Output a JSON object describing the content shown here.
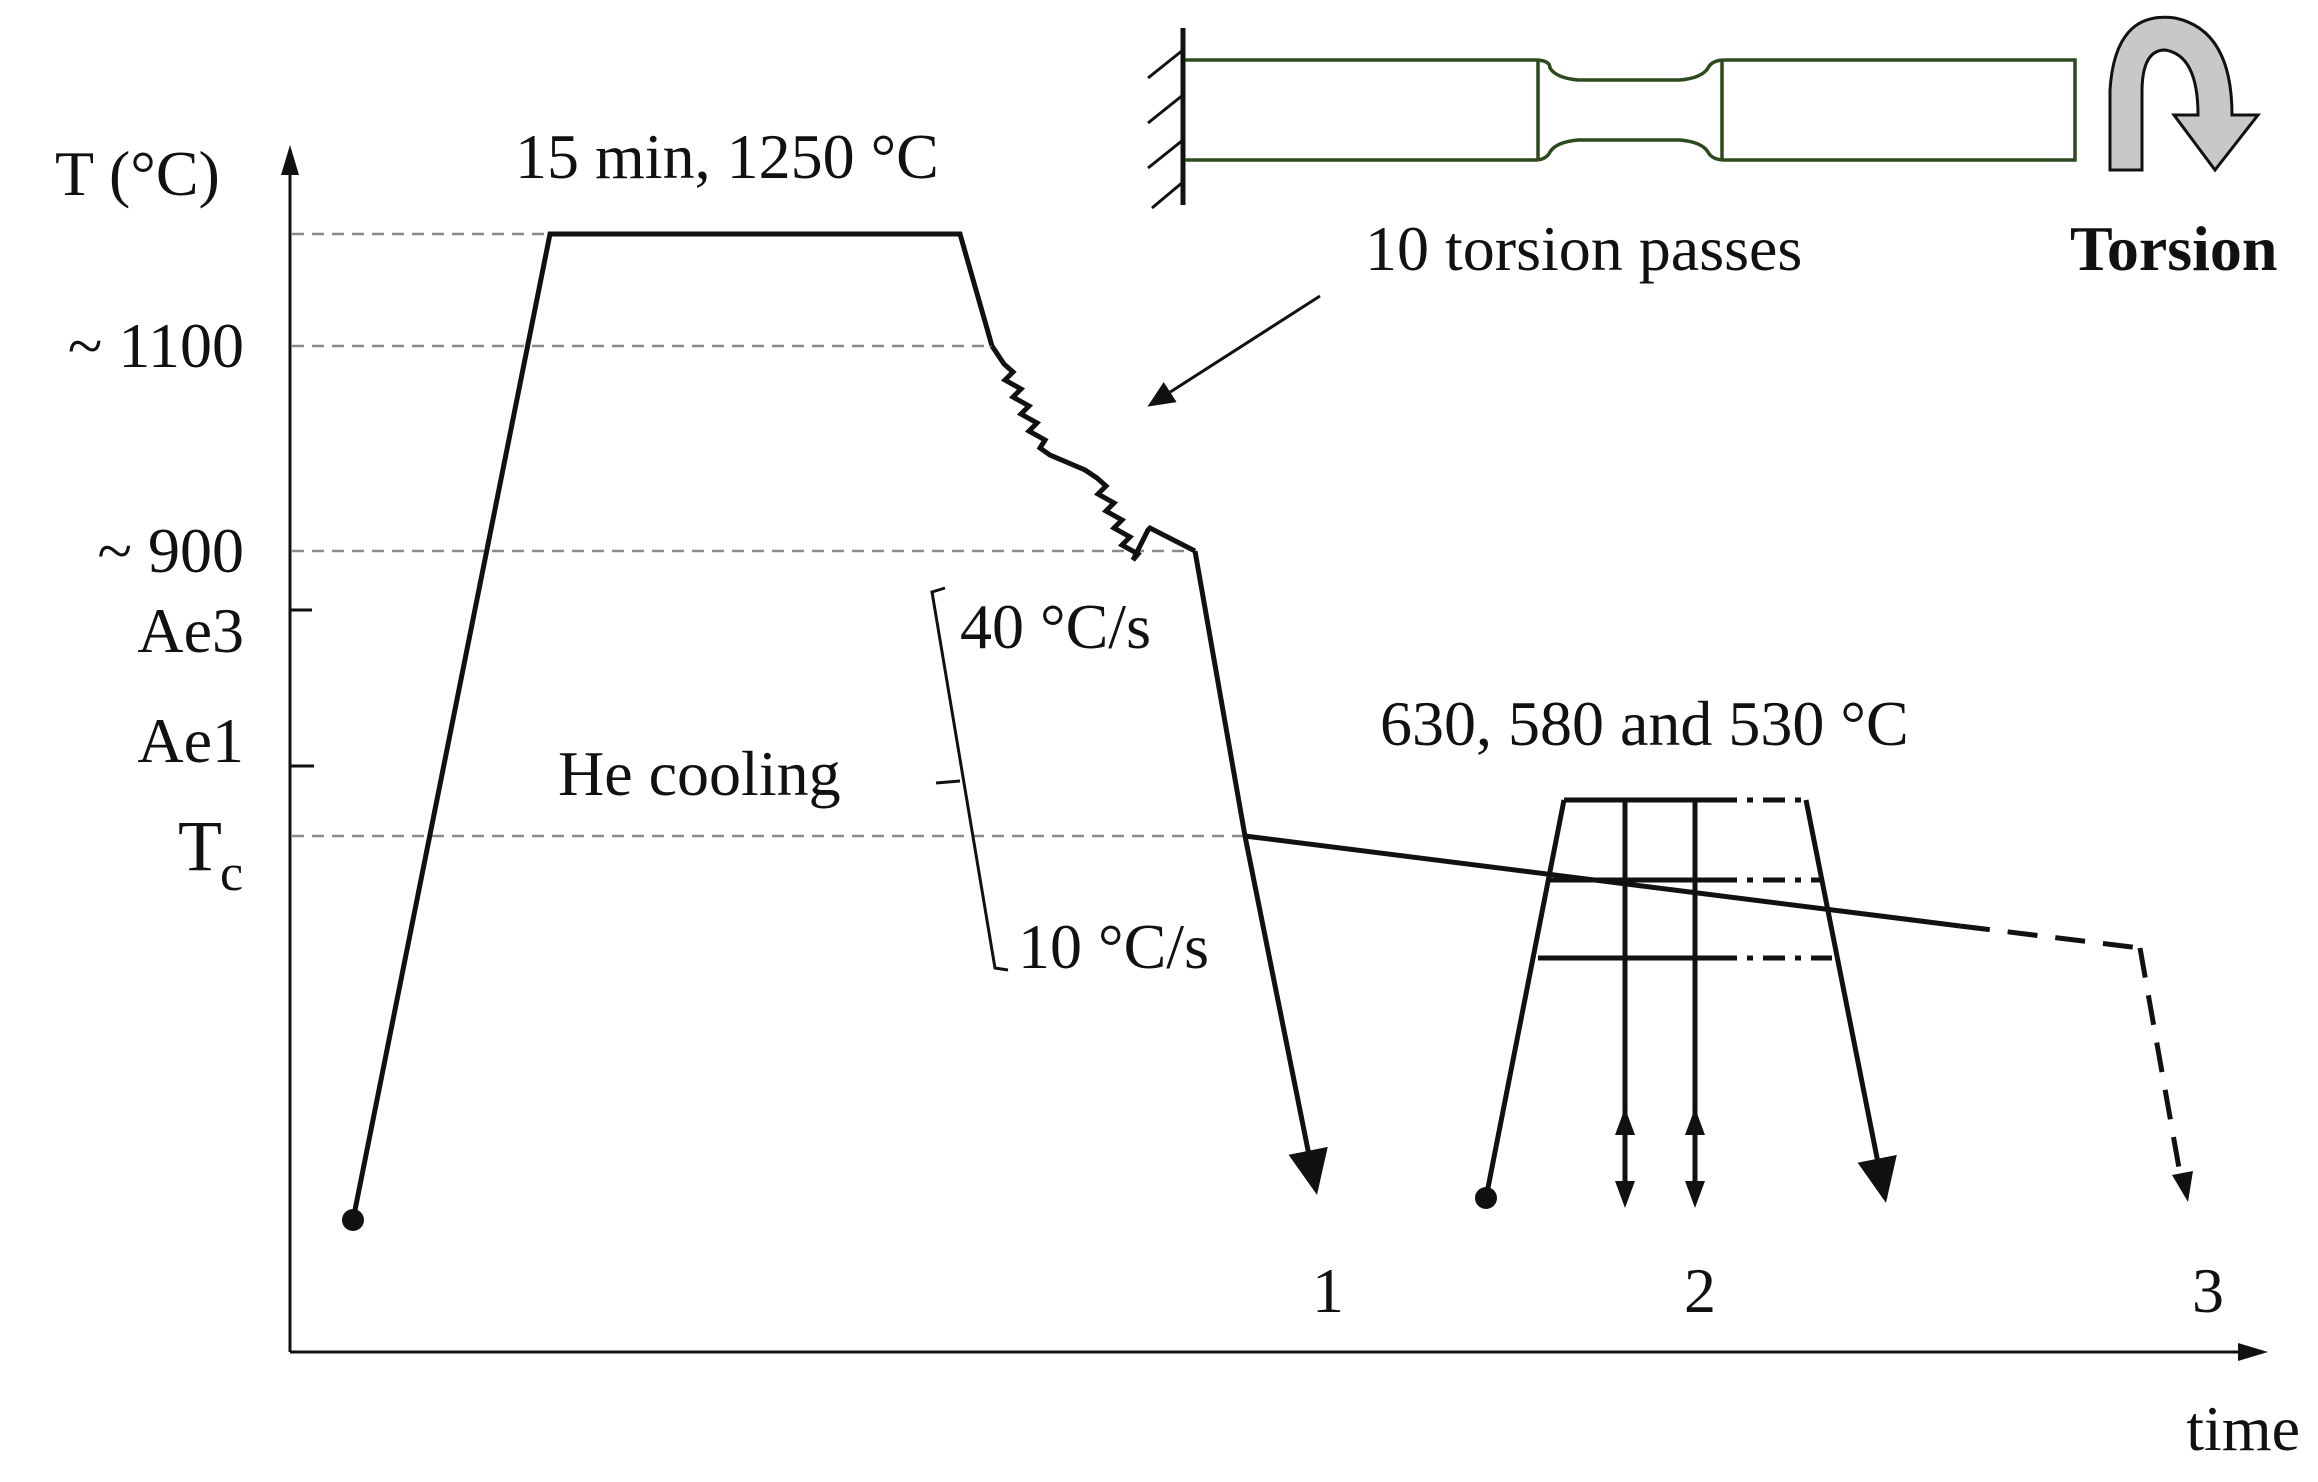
{
  "axes": {
    "y_label": "T (°C)",
    "x_label": "time",
    "tick_1100": "~ 1100",
    "tick_900": "~ 900",
    "tick_ae3": "Ae3",
    "tick_ae1": "Ae1",
    "tick_tc_main": "T",
    "tick_tc_sub": "c"
  },
  "annotations": {
    "soak": "15 min, 1250 °C",
    "torsion_passes": "10 torsion passes",
    "torsion": "Torsion",
    "rate_fast": "40 °C/s",
    "rate_slow": "10 °C/s",
    "he_cooling": "He cooling",
    "hold_temps": "630, 580 and 530 °C"
  },
  "routes": {
    "route_1": "1",
    "route_2": "2",
    "route_3": "3"
  },
  "colors": {
    "line": "#111111",
    "guide": "#8a8a8a",
    "specimen": "#2d4a1f",
    "arrow_fill": "#c8c8c8"
  },
  "icons": {
    "torsion": "curved-arrow-icon",
    "fixed_end": "hatched-wall-icon"
  }
}
